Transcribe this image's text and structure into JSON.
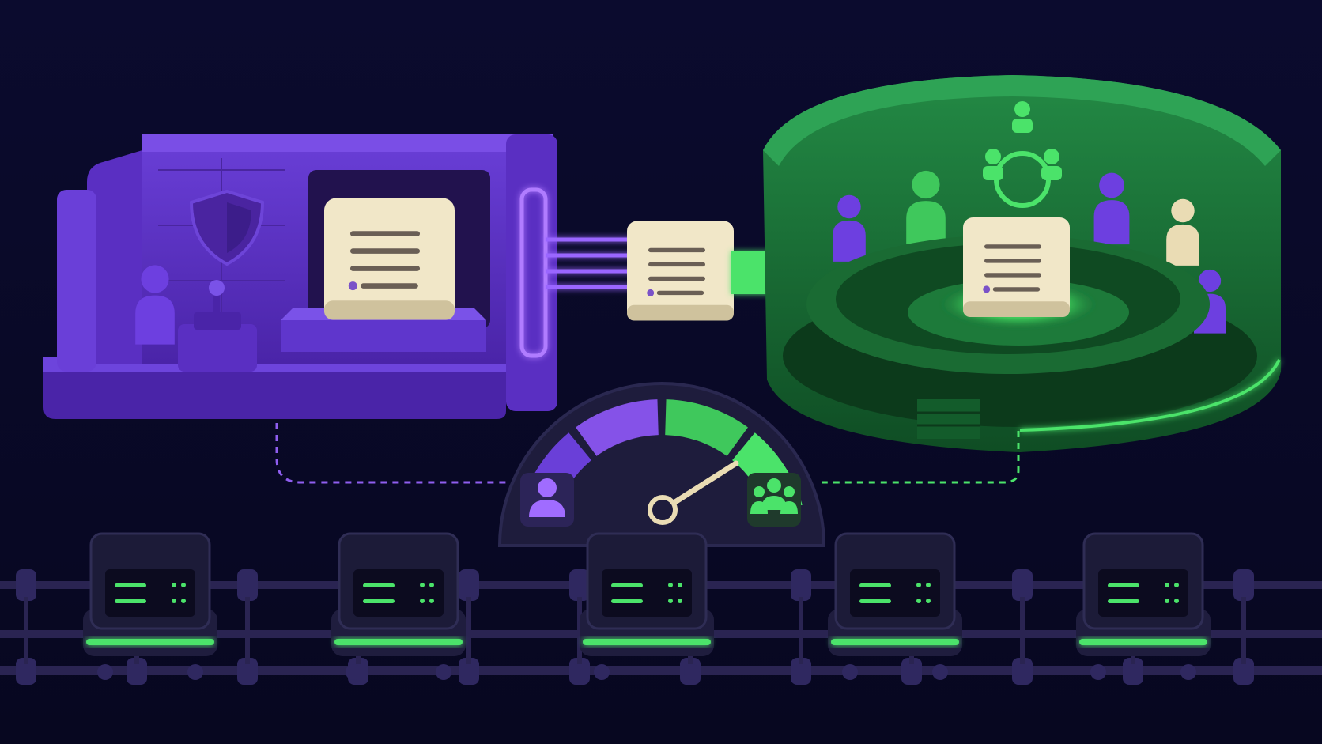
{
  "colors": {
    "background": "#0a0a2a",
    "purple": "#5a2fc2",
    "purple_light": "#8552e8",
    "green": "#1f7a3c",
    "green_bright": "#4be36a",
    "paper": "#f1e7c8",
    "server": "#1c1b38"
  },
  "icons": {
    "control_room": [
      "shield-icon",
      "person-icon",
      "joystick-icon",
      "document-icon"
    ],
    "transfer": [
      "document-icon",
      "arrow-right-icon"
    ],
    "assembly": [
      "group-network-icon",
      "person-icon",
      "document-icon"
    ],
    "gauge": [
      "single-user-icon",
      "group-users-icon",
      "needle-icon"
    ],
    "servers": [
      "server-icon"
    ]
  },
  "gauge": {
    "segments": 4,
    "needle_level": 0.82
  },
  "servers": {
    "count": 5
  }
}
